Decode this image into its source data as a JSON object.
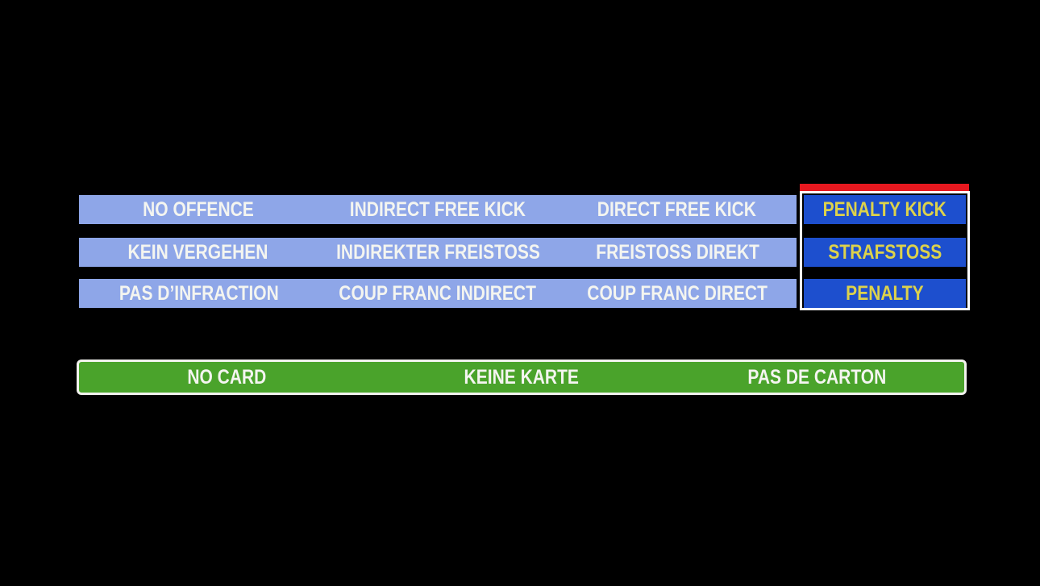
{
  "colors": {
    "background": "#000000",
    "row_bg": "#8ea6e8",
    "row_text": "#f4f5f0",
    "highlight_bg": "#1d4fce",
    "highlight_text": "#ddd24b",
    "highlight_border": "#ffffff",
    "highlight_topbar": "#e7181f",
    "card_bar_bg": "#4aa32b",
    "card_bar_border": "#f2f2ee",
    "card_bar_text": "#f4f5f0"
  },
  "table": {
    "rows": [
      {
        "language": "english",
        "cells": [
          "NO OFFENCE",
          "INDIRECT FREE KICK",
          "DIRECT FREE KICK"
        ],
        "highlight": "PENALTY KICK"
      },
      {
        "language": "german",
        "cells": [
          "KEIN VERGEHEN",
          "INDIREKTER FREISTOSS",
          "FREISTOSS DIREKT"
        ],
        "highlight": "STRAFSTOSS"
      },
      {
        "language": "french",
        "cells": [
          "PAS D’INFRACTION",
          "COUP FRANC INDIRECT",
          "COUP FRANC DIRECT"
        ],
        "highlight": "PENALTY"
      }
    ]
  },
  "card_bar": {
    "labels": [
      "NO CARD",
      "KEINE KARTE",
      "PAS DE CARTON"
    ]
  }
}
